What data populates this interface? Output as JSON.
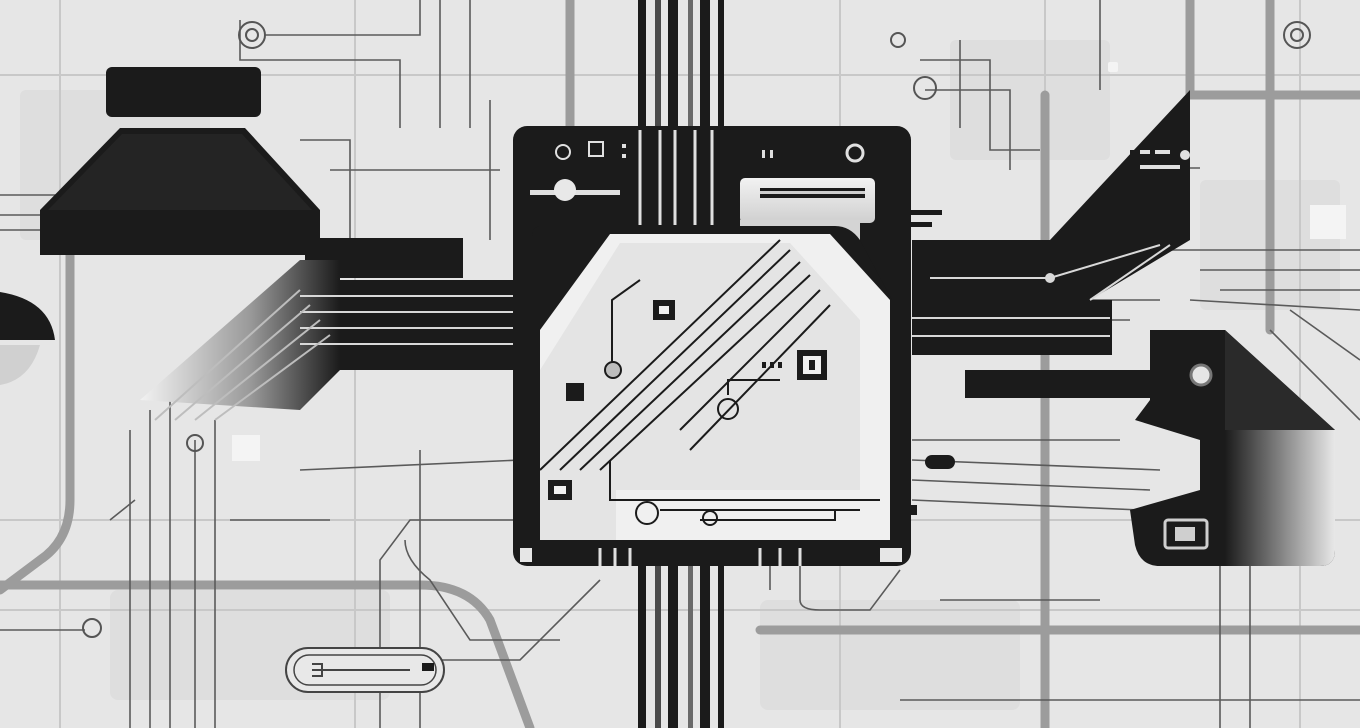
{
  "artwork": {
    "subject": "abstract-circuit-board",
    "palette": {
      "background": "#e6e6e6",
      "panel": "#dcdcdc",
      "dark": "#1b1b1b",
      "mid_gray": "#8a8a8a",
      "light_gray": "#bdbdbd",
      "trace": "#555555",
      "white": "#f4f4f4"
    },
    "elements": [
      "central-chip",
      "left-connector-block",
      "right-connector-block",
      "top-bus-lines",
      "bottom-bus-lines",
      "circuit-traces",
      "solder-pads",
      "small-components"
    ]
  }
}
